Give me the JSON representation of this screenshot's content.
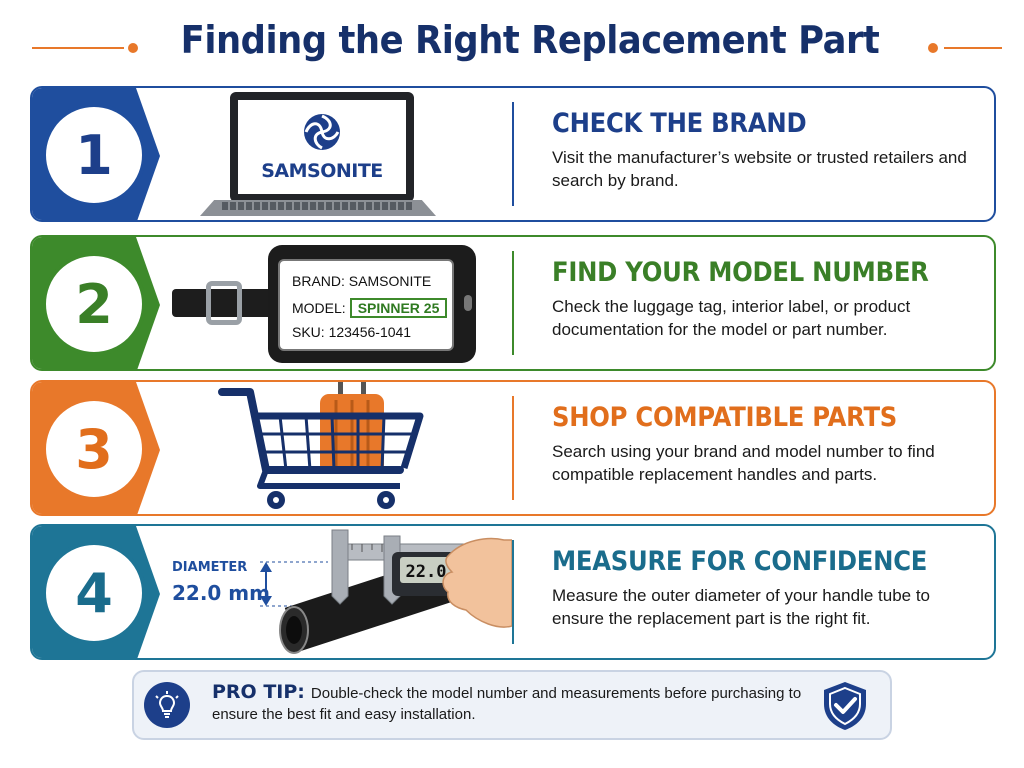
{
  "title": "Finding the Right Replacement Part",
  "colors": {
    "navy": "#16306a",
    "blue": "#1f4e9e",
    "green": "#3d8a2b",
    "orange": "#e8782a",
    "teal": "#1e7596"
  },
  "steps": [
    {
      "number": "1",
      "heading": "CHECK THE BRAND",
      "text": "Visit the manufacturer’s website or trusted retailers and search by brand."
    },
    {
      "number": "2",
      "heading": "FIND YOUR MODEL NUMBER",
      "text": "Check the luggage tag, interior label, or product documentation for the model or part number."
    },
    {
      "number": "3",
      "heading": "SHOP COMPATIBLE PARTS",
      "text": "Search using your brand and model number to find compatible replacement handles and parts."
    },
    {
      "number": "4",
      "heading": "MEASURE FOR CONFIDENCE",
      "text": "Measure the outer diameter of your handle tube to ensure the replacement part is the right fit."
    }
  ],
  "laptop": {
    "brand": "SAMSONITE",
    "icon": "laptop-icon"
  },
  "tag": {
    "brand_line": "BRAND: SAMSONITE",
    "model_label": "MODEL:",
    "model_value": "SPINNER 25",
    "sku_line": "SKU:  123456-1041"
  },
  "cart": {
    "icon": "shopping-cart-icon"
  },
  "measurement": {
    "label": "DIAMETER",
    "value": "22.0 mm",
    "readout": "22.0"
  },
  "pro_tip": {
    "label": "PRO TIP:",
    "text": "Double-check the model number and measurements before purchasing to ensure the best fit and easy installation.",
    "icon": "lightbulb-icon",
    "badge_icon": "shield-check-icon"
  }
}
